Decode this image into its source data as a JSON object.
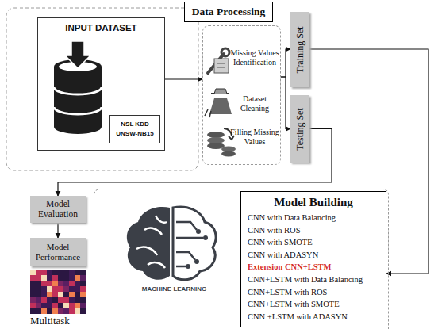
{
  "diagram": {
    "nodes": [
      {
        "text": [
          "INPUT DATASET"
        ]
      },
      {
        "text": [
          "NSL KDD",
          "UNSW-NB15"
        ],
        "in": 0
      },
      {
        "text": [
          "Data Processing"
        ]
      },
      {
        "text": [
          "Missing Values Identification",
          "Dataset Cleaning",
          "Filling Missing Values"
        ]
      },
      {
        "text": [
          "Training Set"
        ]
      },
      {
        "text": [
          "Testing Set"
        ]
      },
      {
        "text": [
          "MACHINE LEARNING"
        ]
      },
      {
        "text": [
          "Model Building",
          "CNN with Data Balancing",
          "CNN with ROS",
          "CNN with SMOTE",
          "CNN with ADASYN",
          "Extension CNN+LSTM",
          "CNN+LSTM with Data Balancing",
          "CNN+LSTM with ROS",
          "CNN+LSTM with SMOTE",
          "CNN +LSTM with ADASYN"
        ],
        "in": 6
      },
      {
        "text": [
          "Model Evaluation"
        ]
      },
      {
        "text": [
          "Model Performance"
        ]
      }
    ],
    "edges": [
      {
        "from": 0,
        "to": 3,
        "arrow": "to"
      },
      {
        "from": 3,
        "to": 4,
        "arrow": "to"
      },
      {
        "from": 3,
        "to": 5,
        "arrow": "to"
      },
      {
        "from": 4,
        "to": 7,
        "arrow": "to"
      },
      {
        "from": 5,
        "to": 8,
        "arrow": "to"
      },
      {
        "from": 8,
        "to": 9,
        "arrow": "to"
      }
    ],
    "labels": [
      "Multitask"
    ]
  }
}
